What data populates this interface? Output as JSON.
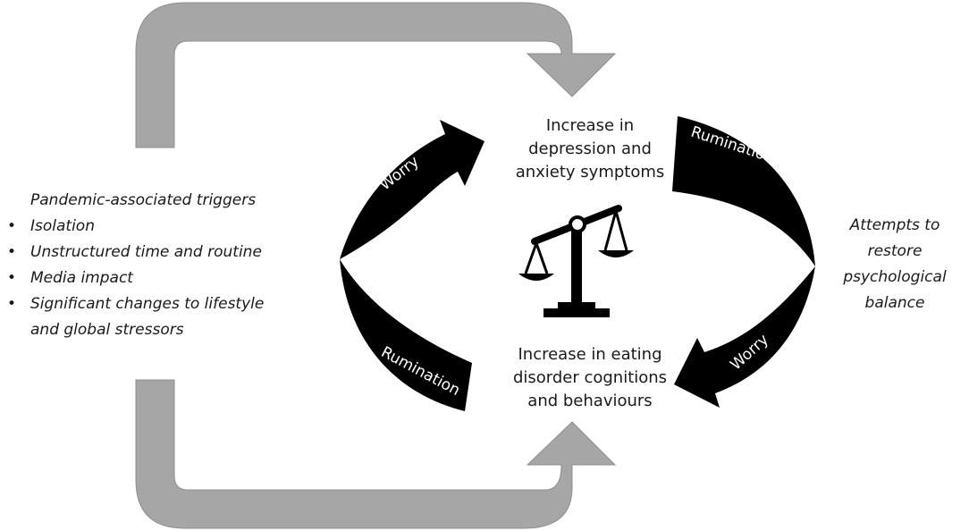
{
  "center": {
    "top_node": {
      "lines": [
        "Increase in",
        "depression and",
        "anxiety symptoms"
      ]
    },
    "bottom_node": {
      "lines": [
        "Increase in eating",
        "disorder cognitions",
        "and behaviours"
      ]
    },
    "icon": "balance-scale-icon"
  },
  "triggers": {
    "title": "Pandemic-associated triggers",
    "items": [
      "Isolation",
      "Unstructured time and routine",
      "Media impact",
      "Significant changes to lifestyle and global stressors"
    ],
    "item4_lines": [
      "Significant changes to lifestyle",
      "and global stressors"
    ]
  },
  "attempts": {
    "lines": [
      "Attempts to",
      "restore",
      "psychological",
      "balance"
    ]
  },
  "cycle_labels": {
    "left_upper": "Worry",
    "left_lower": "Rumination",
    "right_upper": "Rumination",
    "right_lower": "Worry"
  },
  "colors": {
    "grey_arrow": "#a6a6a6",
    "black_arrow": "#000000",
    "text": "#1a1a1a"
  }
}
